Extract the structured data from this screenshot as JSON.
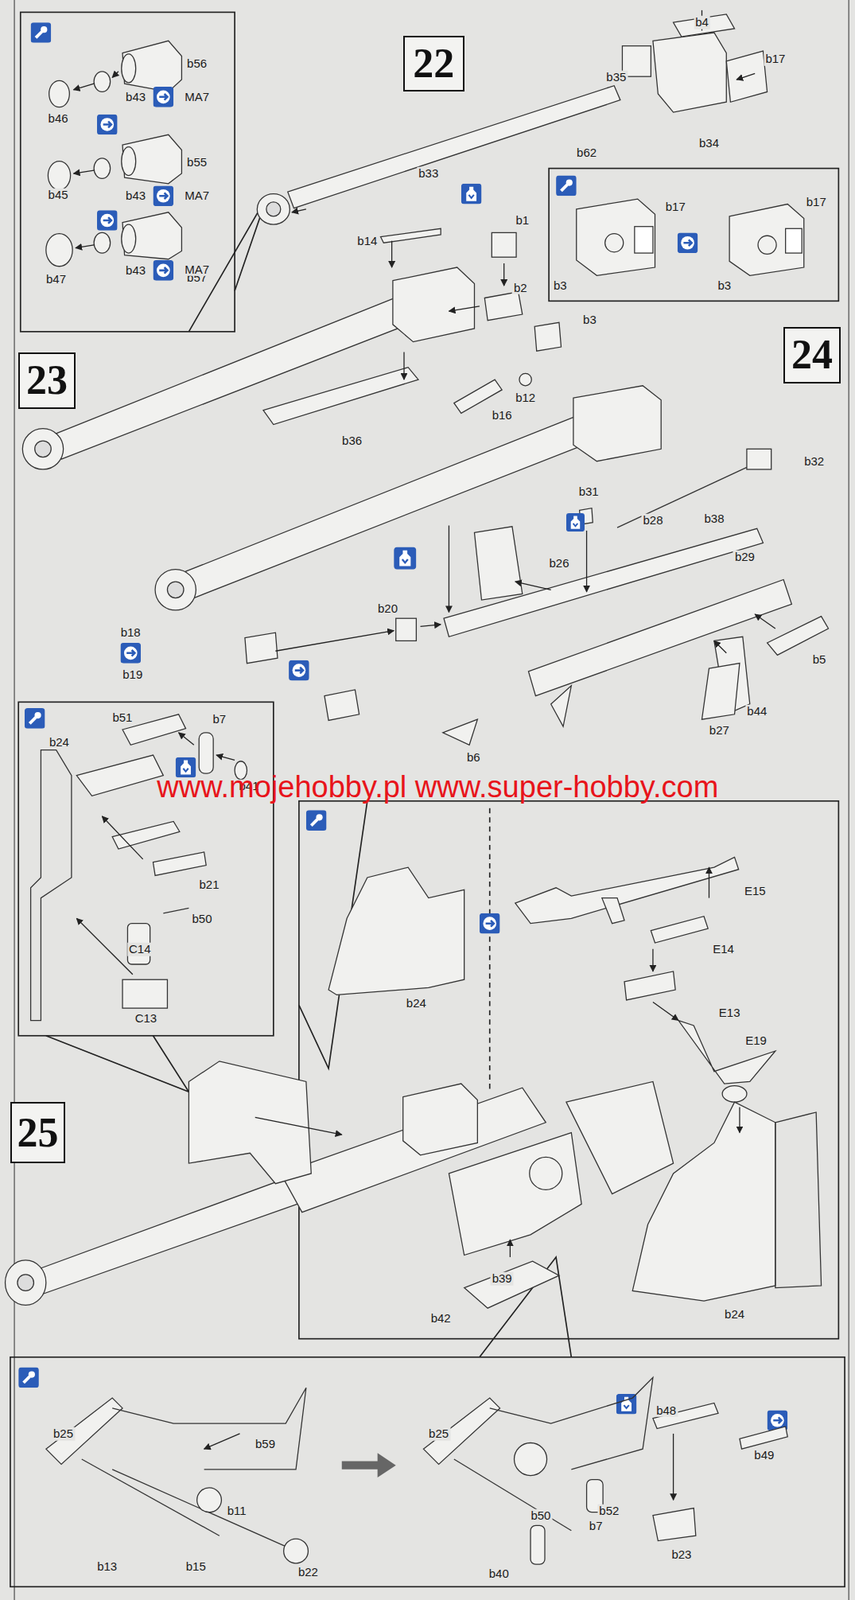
{
  "diagram": {
    "nodes": [
      {
        "text": [
          "22"
        ]
      },
      {
        "text": [
          "23"
        ]
      },
      {
        "text": [
          "24"
        ]
      },
      {
        "text": [
          "25"
        ]
      }
    ],
    "labels": [
      "b56",
      "b43",
      "MA7",
      "b46",
      "b55",
      "b45",
      "b43",
      "MA7",
      "b57",
      "b47",
      "b43",
      "MA7",
      "b4",
      "b17",
      "b35",
      "b34",
      "b62",
      "b33",
      "b17",
      "b17",
      "b3",
      "b3",
      "b14",
      "b1",
      "b2",
      "b3",
      "b12",
      "b16",
      "b36",
      "b32",
      "b31",
      "b38",
      "b28",
      "b29",
      "b26",
      "b20",
      "b18",
      "b5",
      "b19",
      "b44",
      "b27",
      "b6",
      "b51",
      "b7",
      "b24",
      "b41",
      "b21",
      "b50",
      "C14",
      "C13",
      "www.mojehobby.pl www.super-hobby.com",
      "E15",
      "E14",
      "b24",
      "E13",
      "E19",
      "b24",
      "b39",
      "b42",
      "b48",
      "b25",
      "b25",
      "b59",
      "b49",
      "b11",
      "b52",
      "b50",
      "b7",
      "b23",
      "b13",
      "b15",
      "b22",
      "b40"
    ]
  }
}
